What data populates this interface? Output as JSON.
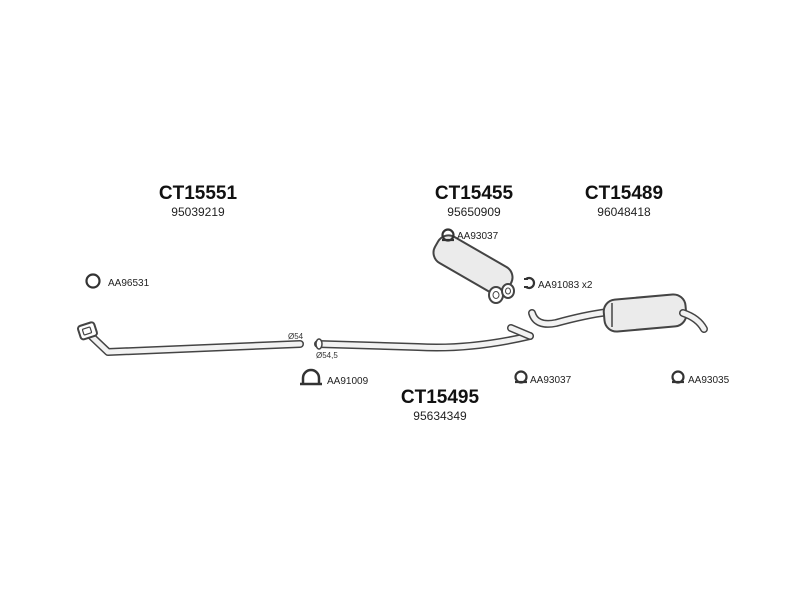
{
  "parts": {
    "front_pipe": {
      "code": "CT15551",
      "oem": "95039219"
    },
    "center_box": {
      "code": "CT15455",
      "oem": "95650909"
    },
    "rear_box": {
      "code": "CT15489",
      "oem": "96048418"
    },
    "middle_pipe": {
      "code": "CT15495",
      "oem": "95634349"
    }
  },
  "accessories": {
    "ring_gasket": "AA96531",
    "clamp": "AA91009",
    "hanger_center": "AA93037",
    "clamp_x2": "AA91083 x2",
    "hanger_mid": "AA93037",
    "hanger_rear": "AA93035"
  },
  "diameters": {
    "front_outlet": "Ø54",
    "mid_inlet": "Ø54,5"
  }
}
